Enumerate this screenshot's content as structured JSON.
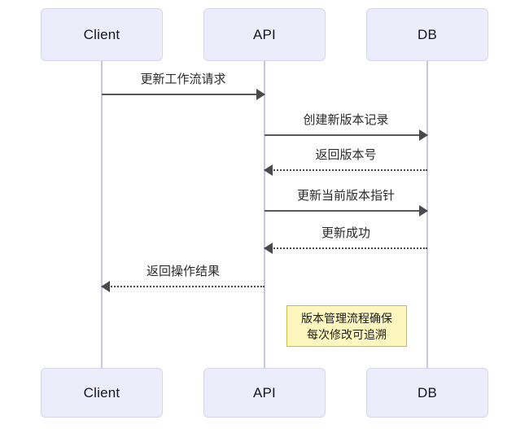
{
  "diagram": {
    "type": "sequence-diagram",
    "participants": [
      {
        "id": "client",
        "label": "Client"
      },
      {
        "id": "api",
        "label": "API"
      },
      {
        "id": "db",
        "label": "DB"
      }
    ],
    "messages": [
      {
        "index": 1,
        "from": "client",
        "to": "api",
        "label": "更新工作流请求",
        "style": "solid",
        "direction": "right"
      },
      {
        "index": 2,
        "from": "api",
        "to": "db",
        "label": "创建新版本记录",
        "style": "solid",
        "direction": "right"
      },
      {
        "index": 3,
        "from": "db",
        "to": "api",
        "label": "返回版本号",
        "style": "dashed",
        "direction": "left"
      },
      {
        "index": 4,
        "from": "api",
        "to": "db",
        "label": "更新当前版本指针",
        "style": "solid",
        "direction": "right"
      },
      {
        "index": 5,
        "from": "db",
        "to": "api",
        "label": "更新成功",
        "style": "dashed",
        "direction": "left"
      },
      {
        "index": 6,
        "from": "api",
        "to": "client",
        "label": "返回操作结果",
        "style": "dashed",
        "direction": "left"
      }
    ],
    "note": {
      "line1": "版本管理流程确保",
      "line2": "每次修改可追溯",
      "fill": "#fdf6bd",
      "border": "#c9bb4e"
    },
    "colors": {
      "participant_fill": "#ececfb",
      "participant_border": "#d5d5ef",
      "lifeline": "#c8c8e6",
      "arrow": "#4a4a4a",
      "text": "#16161c",
      "background": "#ffffff"
    }
  }
}
